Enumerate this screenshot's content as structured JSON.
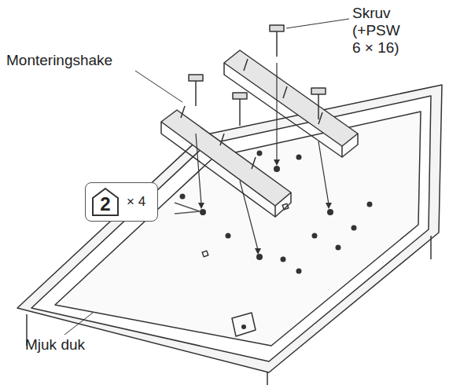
{
  "diagram": {
    "nodes": [
      {
        "text": [
          "2",
          "× 4"
        ]
      }
    ],
    "labels": [
      "Skruv (+PSW 6 × 16)",
      "Monteringshake",
      "Mjuk duk"
    ]
  }
}
